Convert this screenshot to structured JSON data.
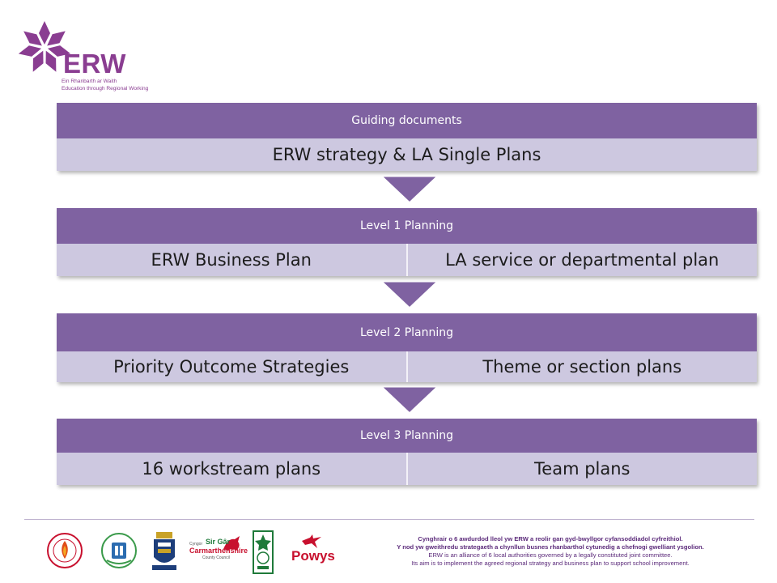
{
  "logo": {
    "brand": "ERW",
    "tagline_welsh": "Ein Rhanbarth ar Waith",
    "tagline_english": "Education through Regional Working",
    "color": "#8a3d91"
  },
  "diagram": {
    "header_color": "#7f62a1",
    "row_color": "#cdc8e0",
    "guiding": {
      "header": "Guiding documents",
      "items": [
        "ERW strategy  & LA Single Plans"
      ]
    },
    "level1": {
      "header": "Level 1 Planning",
      "items": [
        "ERW Business Plan",
        "LA service or departmental plan"
      ]
    },
    "level2": {
      "header": "Level 2 Planning",
      "items": [
        "Priority Outcome Strategies",
        "Theme or section plans"
      ]
    },
    "level3": {
      "header": "Level 3 Planning",
      "items": [
        "16 workstream plans",
        "Team plans"
      ]
    }
  },
  "footer": {
    "council_crests": [
      "swansea-crest",
      "neath-port-talbot-crest",
      "ceredigion-crest",
      "carmarthenshire-crest",
      "pembrokeshire-crest",
      "powys-crest"
    ],
    "carmarthenshire_small": "Cyngor",
    "carmarthenshire_welsh": "Sir Gâr",
    "carmarthenshire_english": "Carmarthenshire",
    "carmarthenshire_sub": "County Council",
    "powys_label": "Powys",
    "welsh_line1": "Cynghrair o 6 awdurdod lleol yw ERW a reolir gan gyd-bwyllgor cyfansoddiadol cyfreithiol.",
    "welsh_line2": "Y nod yw gweithredu strategaeth a chynllun busnes rhanbarthol cytunedig a chefnogi gwelliant ysgolion.",
    "english_line1": "ERW is an alliance of 6 local authorities governed by a legally constituted joint committee.",
    "english_line2": "Its aim is to implement the agreed regional strategy and business plan to support school improvement."
  }
}
